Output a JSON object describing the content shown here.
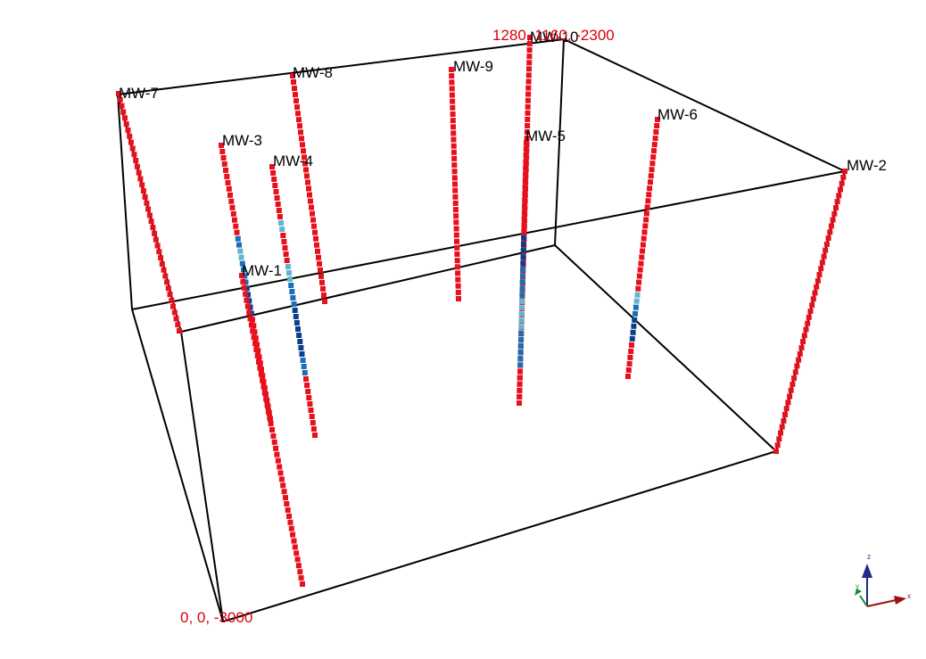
{
  "colors": {
    "box_edges": "#000000",
    "corner_label": "#d9000d",
    "well_label": "#000000",
    "segment": {
      "red": "#e8101c",
      "dark_blue": "#0b3f8c",
      "mid_blue": "#1a6fb5",
      "light_blue": "#63b4cf"
    },
    "axis_z": "#1f2a8a",
    "axis_x": "#a01010",
    "axis_y": "#1a8a2a"
  },
  "corner_labels": {
    "max_corner": "1280, 1160, -2300",
    "min_corner": "0, 0, -3000"
  },
  "axis_triad": {
    "x_label": "x",
    "y_label": "y",
    "z_label": "z",
    "x_icon": "arrow-x-icon",
    "y_icon": "arrow-y-icon",
    "z_icon": "arrow-z-icon"
  },
  "wells": [
    {
      "name": "MW-7",
      "segments": [
        "red"
      ]
    },
    {
      "name": "MW-8",
      "segments": [
        "red"
      ]
    },
    {
      "name": "MW-9",
      "segments": [
        "red"
      ]
    },
    {
      "name": "MW-10",
      "segments": [
        "red"
      ]
    },
    {
      "name": "MW-3",
      "segments": [
        "red",
        "mid_blue",
        "light_blue",
        "mid_blue",
        "dark_blue",
        "red"
      ]
    },
    {
      "name": "MW-4",
      "segments": [
        "red",
        "light_blue",
        "red",
        "light_blue",
        "mid_blue",
        "dark_blue",
        "mid_blue",
        "red"
      ]
    },
    {
      "name": "MW-5",
      "segments": [
        "red",
        "dark_blue",
        "mid_blue",
        "light_blue",
        "mid_blue",
        "red"
      ]
    },
    {
      "name": "MW-6",
      "segments": [
        "red",
        "light_blue",
        "mid_blue",
        "dark_blue",
        "red"
      ]
    },
    {
      "name": "MW-2",
      "segments": [
        "red"
      ]
    },
    {
      "name": "MW-1",
      "segments": [
        "red"
      ]
    }
  ]
}
